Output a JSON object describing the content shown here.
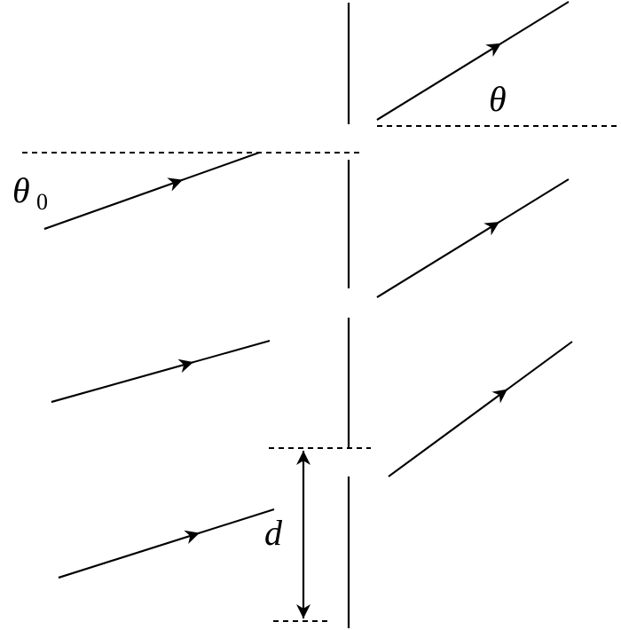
{
  "labels": {
    "theta": "θ",
    "theta0": "θ",
    "theta0_subscript": "0",
    "d": "d"
  },
  "colors": {
    "ink": "#000000",
    "background": "#ffffff"
  }
}
